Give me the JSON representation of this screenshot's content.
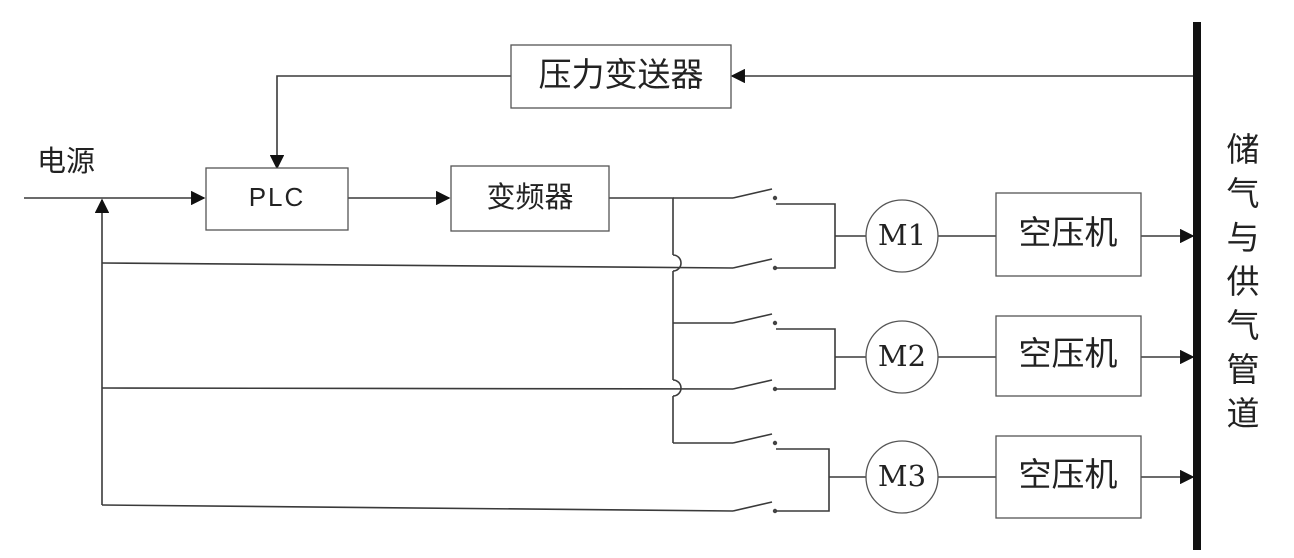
{
  "nodes": {
    "pressure_transmitter": "压力变送器",
    "plc": "PLC",
    "inverter": "变频器",
    "power": "电源",
    "motors": [
      "M1",
      "M2",
      "M3"
    ],
    "compressors": [
      "空压机",
      "空压机",
      "空压机"
    ],
    "pipeline_chars": [
      "储",
      "气",
      "与",
      "供",
      "气",
      "管",
      "道"
    ]
  },
  "colors": {
    "line": "#3a3a3a",
    "bar": "#111111",
    "box_stroke": "#555555"
  }
}
